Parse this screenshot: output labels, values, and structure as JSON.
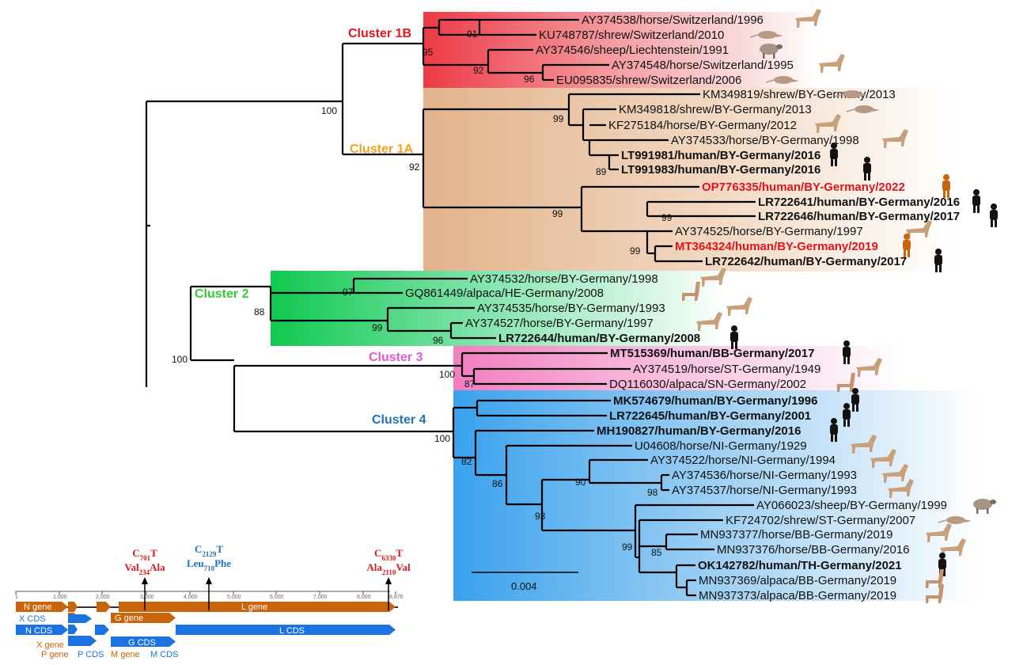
{
  "clusters": [
    {
      "label": "Cluster 1B",
      "color": "#e8141b"
    },
    {
      "label": "Cluster 1A",
      "color": "#f5a21c"
    },
    {
      "label": "Cluster 2",
      "color": "#33cc33"
    },
    {
      "label": "Cluster 3",
      "color": "#e858d6"
    },
    {
      "label": "Cluster 4",
      "color": "#1f73b7"
    }
  ],
  "leaves": [
    {
      "label": "AY374538/horse/Switzerland/1996",
      "host": "horse",
      "style": "normal"
    },
    {
      "label": "KU748787/shrew/Switzerland/2010",
      "host": "shrew",
      "style": "normal"
    },
    {
      "label": "AY374546/sheep/Liechtenstein/1991",
      "host": "sheep",
      "style": "normal"
    },
    {
      "label": "AY374548/horse/Switzerland/1995",
      "host": "horse",
      "style": "normal"
    },
    {
      "label": "EU095835/shrew/Switzerland/2006",
      "host": "shrew",
      "style": "normal"
    },
    {
      "label": "KM349819/shrew/BY-Germany/2013",
      "host": "shrew",
      "style": "normal"
    },
    {
      "label": "KM349818/shrew/BY-Germany/2013",
      "host": "shrew",
      "style": "normal"
    },
    {
      "label": "KF275184/horse/BY-Germany/2012",
      "host": "horse",
      "style": "normal"
    },
    {
      "label": "AY374533/horse/BY-Germany/1998",
      "host": "horse",
      "style": "normal"
    },
    {
      "label": "LT991981/human/BY-Germany/2016",
      "host": "human",
      "style": "human"
    },
    {
      "label": "LT991983/human/BY-Germany/2016",
      "host": "human",
      "style": "human"
    },
    {
      "label": "OP776335/human/BY-Germany/2022",
      "host": "human-new",
      "style": "red"
    },
    {
      "label": "LR722641/human/BY-Germany/2016",
      "host": "human",
      "style": "human"
    },
    {
      "label": "LR722646/human/BY-Germany/2017",
      "host": "human",
      "style": "human"
    },
    {
      "label": "AY374525/horse/BY-Germany/1997",
      "host": "horse",
      "style": "normal"
    },
    {
      "label": "MT364324/human/BY-Germany/2019",
      "host": "human-new",
      "style": "red"
    },
    {
      "label": "LR722642/human/BY-Germany/2017",
      "host": "human",
      "style": "human"
    },
    {
      "label": "AY374532/horse/BY-Germany/1998",
      "host": "horse",
      "style": "normal"
    },
    {
      "label": "GQ861449/alpaca/HE-Germany/2008",
      "host": "alpaca",
      "style": "normal"
    },
    {
      "label": "AY374535/horse/BY-Germany/1993",
      "host": "horse",
      "style": "normal"
    },
    {
      "label": "AY374527/horse/BY-Germany/1997",
      "host": "horse",
      "style": "normal"
    },
    {
      "label": "LR722644/human/BY-Germany/2008",
      "host": "human",
      "style": "human"
    },
    {
      "label": "MT515369/human/BB-Germany/2017",
      "host": "human",
      "style": "human"
    },
    {
      "label": "AY374519/horse/ST-Germany/1949",
      "host": "horse",
      "style": "normal"
    },
    {
      "label": "DQ116030/alpaca/SN-Germany/2002",
      "host": "alpaca",
      "style": "normal"
    },
    {
      "label": "MK574679/human/BY-Germany/1996",
      "host": "human",
      "style": "human"
    },
    {
      "label": "LR722645/human/BY-Germany/2001",
      "host": "human",
      "style": "human"
    },
    {
      "label": "MH190827/human/BY-Germany/2016",
      "host": "human",
      "style": "human"
    },
    {
      "label": "U04608/horse/NI-Germany/1929",
      "host": "horse",
      "style": "normal"
    },
    {
      "label": "AY374522/horse/NI-Germany/1994",
      "host": "horse",
      "style": "normal"
    },
    {
      "label": "AY374536/horse/NI-Germany/1993",
      "host": "horse",
      "style": "normal"
    },
    {
      "label": "AY374537/horse/NI-Germany/1993",
      "host": "horse",
      "style": "normal"
    },
    {
      "label": "AY066023/sheep/BY-Germany/1999",
      "host": "sheep",
      "style": "normal"
    },
    {
      "label": "KF724702/shrew/ST-Germany/2007",
      "host": "shrew",
      "style": "normal"
    },
    {
      "label": "MN937377/horse/BB-Germany/2019",
      "host": "horse",
      "style": "normal"
    },
    {
      "label": "MN937376/horse/BB-Germany/2016",
      "host": "horse",
      "style": "normal"
    },
    {
      "label": "OK142782/human/TH-Germany/2021",
      "host": "human",
      "style": "human"
    },
    {
      "label": "MN937369/alpaca/BB-Germany/2019",
      "host": "alpaca",
      "style": "normal"
    },
    {
      "label": "MN937373/alpaca/BB-Germany/2019",
      "host": "alpaca",
      "style": "normal"
    }
  ],
  "bootstrap": [
    "91",
    "95",
    "92",
    "96",
    "100",
    "99",
    "89",
    "92",
    "99",
    "99",
    "99",
    "97",
    "88",
    "99",
    "96",
    "100",
    "100",
    "87",
    "100",
    "82",
    "86",
    "90",
    "98",
    "93",
    "99",
    "85"
  ],
  "scale_label": "0.004",
  "genome": {
    "ticks": [
      "1",
      "1,000",
      "2,000",
      "3,000",
      "4,000",
      "5,000",
      "6,000",
      "7,000",
      "8,000",
      "8,876"
    ],
    "genes": [
      "N gene",
      "X CDS",
      "N CDS",
      "P gene",
      "X gene",
      "P CDS",
      "G gene",
      "G CDS",
      "M gene",
      "M CDS",
      "L gene",
      "L CDS"
    ],
    "mutations": [
      {
        "nt": "C",
        "pos": "701",
        "nt2": "T",
        "aa": "Val",
        "aapos": "234",
        "aa2": "Ala",
        "color": "#d7191c"
      },
      {
        "nt": "C",
        "pos": "2129",
        "nt2": "T",
        "aa": "Leu",
        "aapos": "710",
        "aa2": "Phe",
        "color": "#1f73b7"
      },
      {
        "nt": "C",
        "pos": "6330",
        "nt2": "T",
        "aa": "Ala",
        "aapos": "2110",
        "aa2": "Val",
        "color": "#d7191c"
      }
    ]
  },
  "colors": {
    "gene": "#c8650a",
    "cds": "#1a73e0",
    "horse": "#c8a07a",
    "shrew": "#b89a84",
    "sheep": "#a89482",
    "alpaca": "#c39470",
    "human": "#111111",
    "human_new": "#c8650a"
  }
}
